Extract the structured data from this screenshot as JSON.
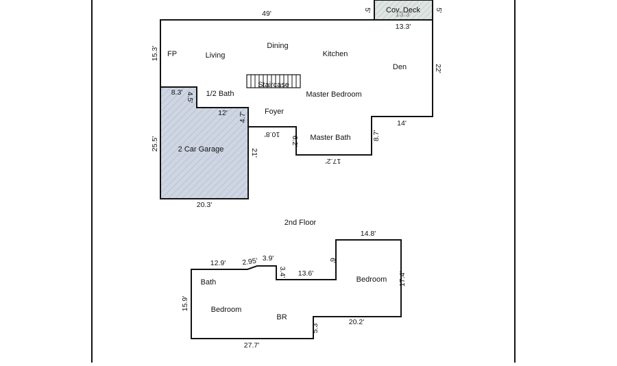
{
  "main_floor": {
    "rooms": {
      "cov_deck": "Cov. Deck",
      "fp": "FP",
      "living": "Living",
      "dining": "Dining",
      "kitchen": "Kitchen",
      "den": "Den",
      "staircase": "Staircase",
      "half_bath": "1/2 Bath",
      "master_bedroom": "Master Bedroom",
      "foyer": "Foyer",
      "master_bath": "Master Bath",
      "garage": "2 Car Garage"
    },
    "dimensions": {
      "top": "49'",
      "deck_width": "13.3'",
      "deck_width_top": "13.3'",
      "deck_left": "5'",
      "deck_right": "5'",
      "left": "15.3'",
      "right": "22'",
      "garage_top": "8.3'",
      "garage_notch": "4.5'",
      "garage_step": "12'",
      "garage_step_side": "4.7'",
      "garage_left": "25.5'",
      "garage_right": "21'",
      "garage_bottom": "20.3'",
      "foyer_bottom": "10.8'",
      "bath_left": "6.2'",
      "bath_bottom": "17.2'",
      "bath_right": "8.7'",
      "den_bottom": "14'"
    }
  },
  "second_floor": {
    "title": "2nd Floor",
    "rooms": {
      "bath": "Bath",
      "bedroom_left": "Bedroom",
      "br": "BR",
      "bedroom_right": "Bedroom"
    },
    "dimensions": {
      "top_left": "12.9'",
      "angled": "2.95'",
      "notch_top": "3.9'",
      "notch_side": "3.4'",
      "middle": "13.6'",
      "step_up": "6'",
      "top_right": "14.8'",
      "right": "17.4'",
      "bottom_right": "20.2'",
      "step_down": "5.3'",
      "bottom": "27.7'",
      "left": "15.9'"
    }
  },
  "colors": {
    "garage_fill": "#cfd6e3",
    "hatch": "#b3bccb",
    "deck_fill": "#dfe5e0",
    "wall": "#111111"
  }
}
